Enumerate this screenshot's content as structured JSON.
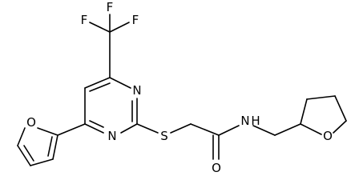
{
  "atoms": {
    "f_left": "F",
    "f_top": "F",
    "f_right": "F",
    "n_upper": "N",
    "n_lower": "N",
    "o_furan": "O",
    "s_thioether": "S",
    "o_carbonyl": "O",
    "n_amide": "N",
    "h_amide": "H",
    "o_thf": "O"
  }
}
